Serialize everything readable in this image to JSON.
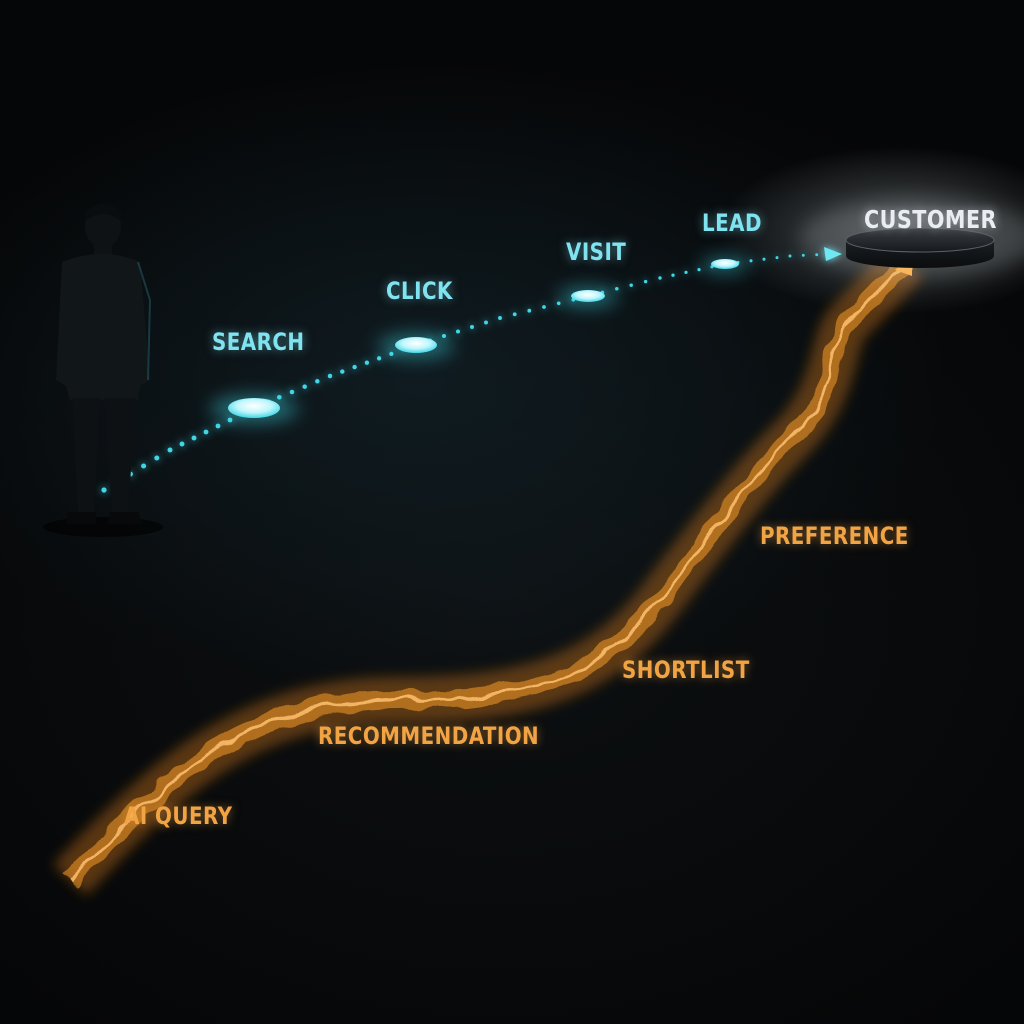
{
  "colors": {
    "teal_path": "#3fd6e6",
    "teal_label": "#7fe3f0",
    "orange_path": "#f08a1e",
    "orange_label": "#f2a444",
    "customer_label": "#e8eef2",
    "background": "#050607"
  },
  "traditional_path": {
    "stages": [
      {
        "label": "SEARCH"
      },
      {
        "label": "CLICK"
      },
      {
        "label": "VISIT"
      },
      {
        "label": "LEAD"
      }
    ]
  },
  "ai_path": {
    "stages": [
      {
        "label": "AI QUERY"
      },
      {
        "label": "RECOMMENDATION"
      },
      {
        "label": "SHORTLIST"
      },
      {
        "label": "PREFERENCE"
      }
    ]
  },
  "destination": {
    "label": "CUSTOMER"
  },
  "icons": {
    "figure": "standing-person-silhouette-icon",
    "destination_marker": "pedestal-icon"
  }
}
